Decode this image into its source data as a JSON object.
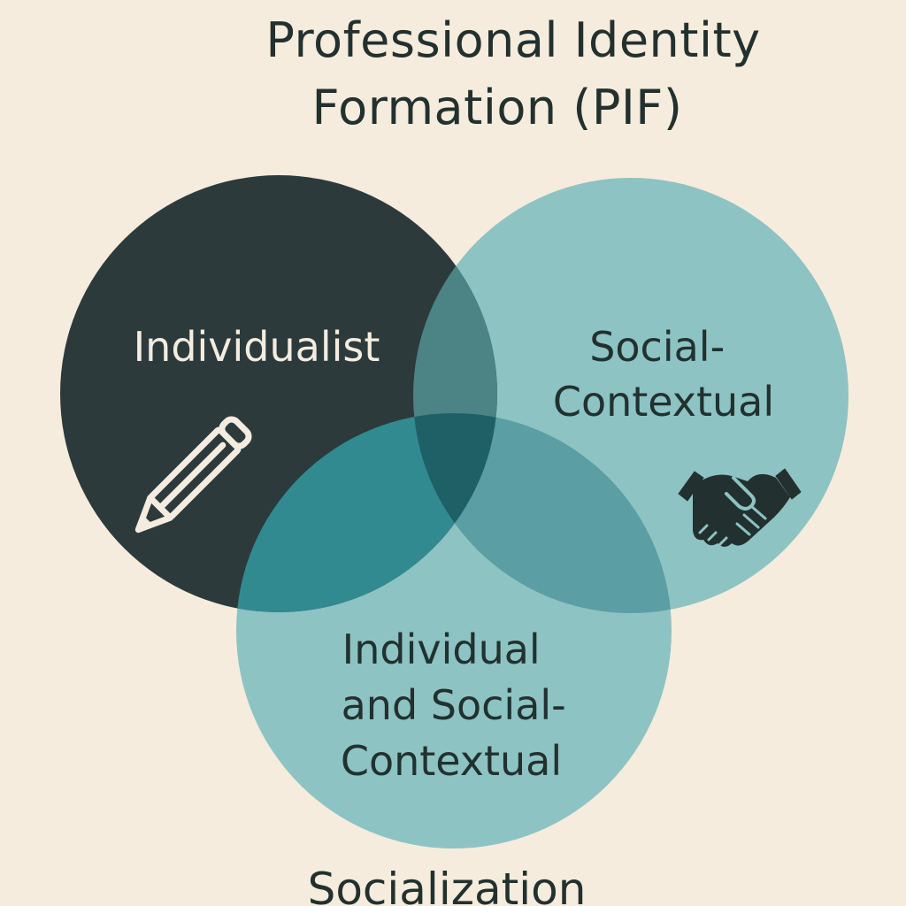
{
  "title": {
    "line1": "Professional Identity",
    "line2": "Formation (PIF)"
  },
  "circles": [
    {
      "id": "individualist",
      "label_lines": [
        "Individualist"
      ],
      "color": "#2c3a3c",
      "text_color": "#f4ecdf",
      "icon": "pencil-icon"
    },
    {
      "id": "social-contextual",
      "label_lines": [
        "Social-",
        "Contextual"
      ],
      "color": "#8dc3c3",
      "text_color": "#22312f",
      "icon": "handshake-icon"
    },
    {
      "id": "individual-social",
      "label_lines": [
        "Individual",
        "and Social-",
        "Contextual"
      ],
      "color": "#8dc3c3",
      "text_color": "#22312f",
      "icon": ""
    }
  ],
  "colors": {
    "background": "#f5ecdd",
    "overlap_dark_light": "#4c8385",
    "overlap_dark_bottom": "#328a91",
    "overlap_light_light": "#5b9ea3",
    "overlap_center": "#1f6067"
  },
  "footer": {
    "label": "Socialization"
  }
}
